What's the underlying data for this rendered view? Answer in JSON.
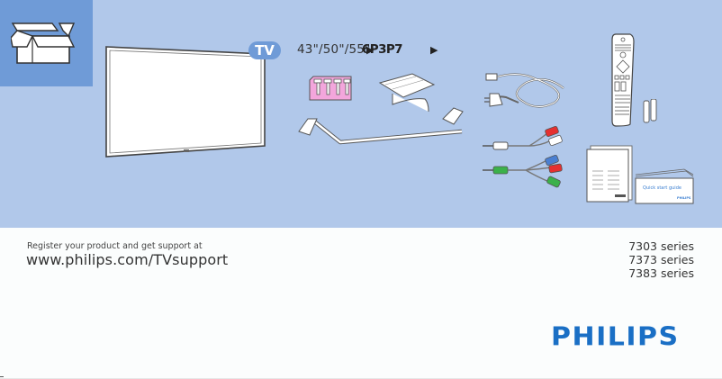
{
  "header": {
    "tv_badge": "TV",
    "screen_sizes": "43\"/50\"/55\"",
    "model_overlap_text": "6P3P7",
    "arrow_1": "▶",
    "arrow_2": "▶"
  },
  "contents": {
    "items": [
      {
        "name": "box",
        "icon": "box-icon"
      },
      {
        "name": "tv",
        "icon": "tv-icon"
      },
      {
        "name": "screws",
        "icon": "screws-icon"
      },
      {
        "name": "cable-tie",
        "icon": "cable-tie-icon"
      },
      {
        "name": "stand",
        "icon": "stand-icon"
      },
      {
        "name": "power-cord",
        "icon": "power-cord-icon"
      },
      {
        "name": "av-cable",
        "icon": "av-cable-icon"
      },
      {
        "name": "component-cable",
        "icon": "component-cable-icon"
      },
      {
        "name": "remote-control",
        "icon": "remote-control-icon"
      },
      {
        "name": "batteries",
        "icon": "batteries-icon"
      },
      {
        "name": "leaflets",
        "icon": "leaflets-icon"
      },
      {
        "name": "quick-start-guide",
        "icon": "quick-start-guide-icon",
        "label": "Quick start guide",
        "brand": "PHILIPS"
      }
    ]
  },
  "support": {
    "register_text": "Register your product and get support at",
    "url": "www.philips.com/TVsupport"
  },
  "series": [
    "7303 series",
    "7373 series",
    "7383 series"
  ],
  "brand": {
    "logo_text": "PHILIPS",
    "color": "#1a6fc5"
  },
  "colors": {
    "panel_bg": "#b1c8ea",
    "box_panel": "#6f9bd7",
    "screws_pink": "#f3a6dc"
  }
}
